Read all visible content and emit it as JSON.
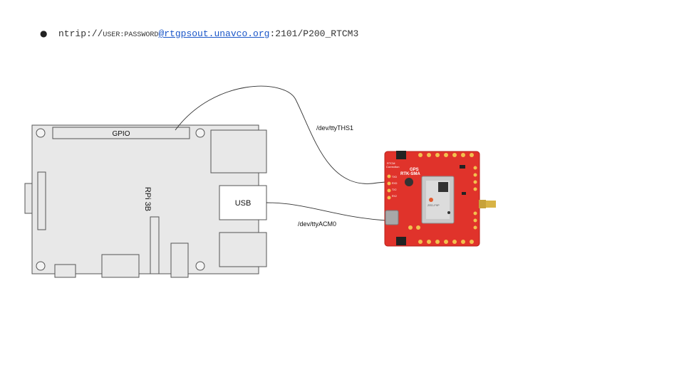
{
  "bullet": {
    "glyph": "●",
    "scheme": "ntrip://",
    "credentials": "USER:PASSWORD",
    "host_link": "@rtgpsout.unavco.org",
    "port_path": ":2101/P200_RTCM3"
  },
  "diagram": {
    "rpi_label": "RPi 3B",
    "gpio_label": "GPIO",
    "usb_label": "USB",
    "serial_label": "/dev/ttyTHS1",
    "usb_device_label": "/dev/ttyACM0",
    "gps_board": {
      "name_line1": "GPS",
      "name_line2": "RTK-SMA",
      "rtcm_label": "RTCM",
      "correction_label": "Correction",
      "module_text": "ZED-F9P",
      "pin_labels": [
        "TXD",
        "RXD",
        "TX2",
        "RX2"
      ]
    }
  },
  "colors": {
    "board_fill": "#e8e8e8",
    "board_stroke": "#555555",
    "gps_red": "#e0332b",
    "link": "#1a56c8"
  }
}
